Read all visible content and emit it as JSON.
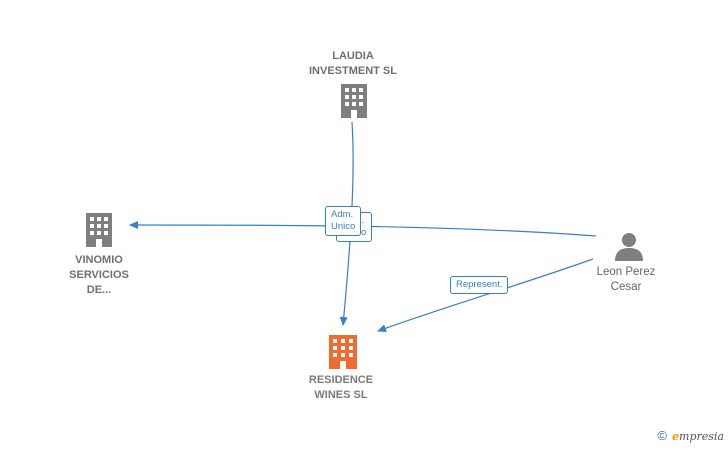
{
  "nodes": {
    "laudia": {
      "label": "LAUDIA\nINVESTMENT SL",
      "icon": "building-icon",
      "color": "#7f7f7f"
    },
    "vinomio": {
      "label": "VINOMIO\nSERVICIOS\nDE...",
      "icon": "building-icon",
      "color": "#7f7f7f"
    },
    "residence": {
      "label": "RESIDENCE\nWINES  SL",
      "icon": "building-icon",
      "color": "#f26a2d"
    },
    "leon": {
      "label": "Leon Perez\nCesar",
      "icon": "person-icon",
      "color": "#7f7f7f"
    }
  },
  "edges": {
    "adm_unico": {
      "label": "Adm.\nUnico"
    },
    "represent": {
      "label": "Represent."
    }
  },
  "edge_color": "#3a7ec8",
  "brand": {
    "copyright": "©",
    "e": "e",
    "rest": "mpresia"
  }
}
